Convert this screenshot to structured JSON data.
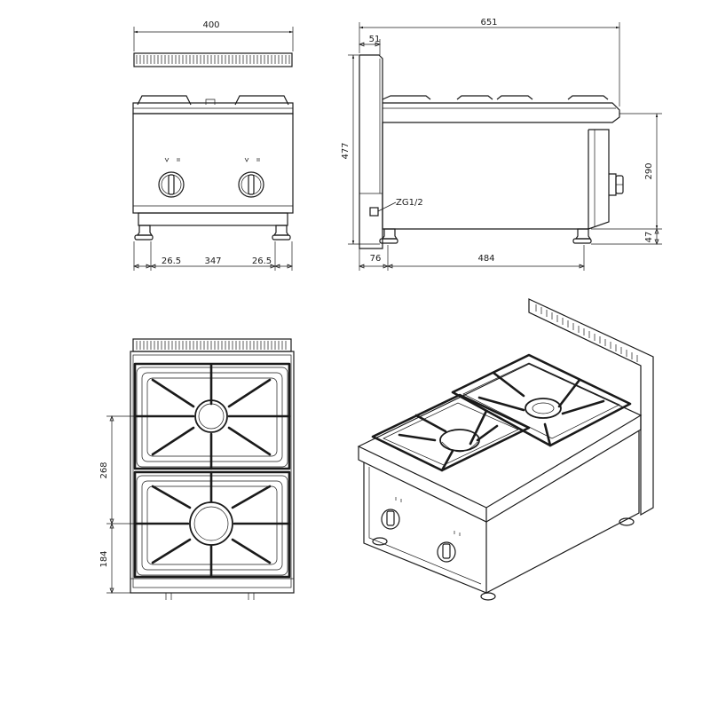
{
  "dimensions": {
    "front_width": "400",
    "front_bottom_left": "26.5",
    "front_bottom_mid": "347",
    "front_bottom_right": "26.5",
    "side_depth": "651",
    "side_back_thickness": "51",
    "side_height": "477",
    "side_body_height": "290",
    "side_leg_height": "47",
    "side_front_offset": "76",
    "side_leg_spacing": "484",
    "top_burner_spacing": "268",
    "top_front_offset": "184"
  },
  "labels": {
    "gas_connection": "ZG1/2"
  }
}
